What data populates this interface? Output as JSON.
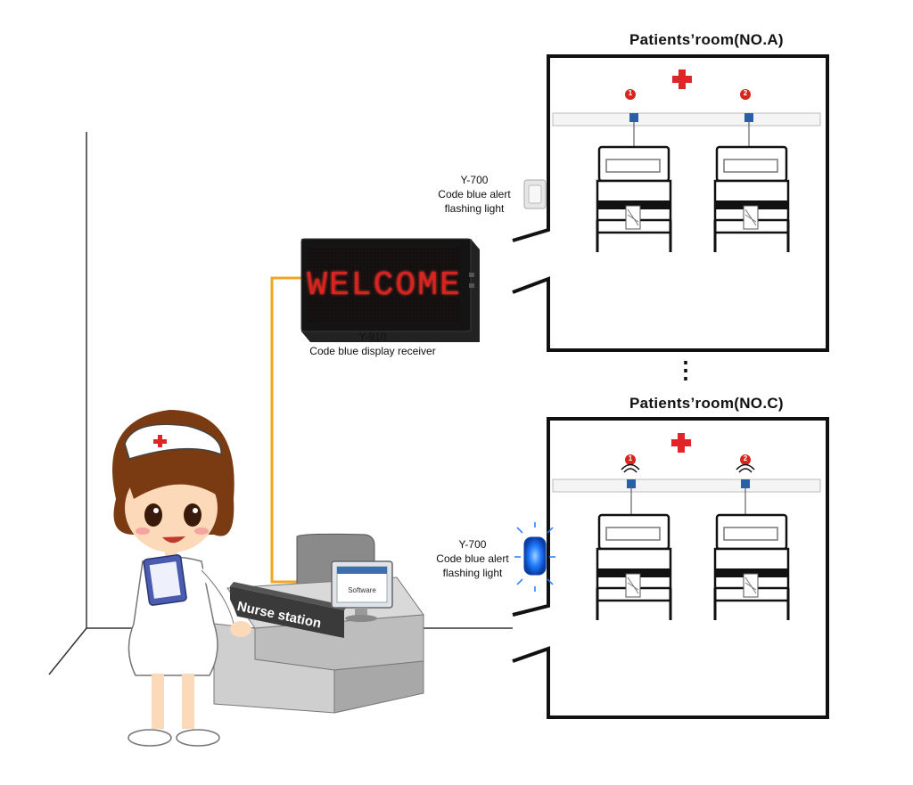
{
  "rooms": [
    {
      "title": "Patients’room(NO.A)",
      "bed_numbers": [
        "1",
        "2"
      ],
      "alert_light": {
        "model": "Y-700",
        "line1": "Code blue alert",
        "line2": "flashing light",
        "state": "off"
      }
    },
    {
      "title": "Patients’room(NO.C)",
      "bed_numbers": [
        "1",
        "2"
      ],
      "alert_light": {
        "model": "Y-700",
        "line1": "Code blue alert",
        "line2": "flashing light",
        "state": "on"
      }
    }
  ],
  "ellipsis": "⋮",
  "display_receiver": {
    "screen_text": "WELCOME",
    "model": "Y-910",
    "caption": "Code blue display receiver"
  },
  "nurse_station": {
    "sign": "Nurse station",
    "monitor_text": "Software"
  },
  "colors": {
    "cable": "#f2a623",
    "cross": "#e0252a",
    "led": "#d8241f",
    "alert_blue": "#1f7bff"
  }
}
